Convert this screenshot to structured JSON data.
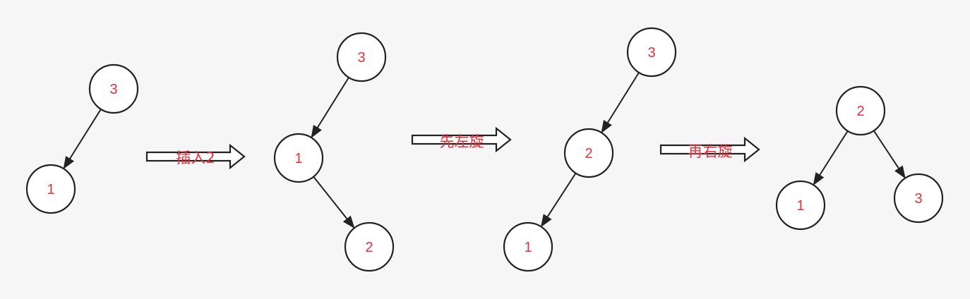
{
  "colors": {
    "background": "#f6f6f6",
    "node_fill": "#ffffff",
    "stroke": "#222222",
    "label": "#e8303a"
  },
  "trees": [
    {
      "id": "initial",
      "nodes": [
        {
          "id": "a3",
          "label": "3"
        },
        {
          "id": "a1",
          "label": "1"
        }
      ],
      "edges": [
        {
          "from": "a3",
          "to": "a1"
        }
      ]
    },
    {
      "id": "after-insert",
      "nodes": [
        {
          "id": "b3",
          "label": "3"
        },
        {
          "id": "b1",
          "label": "1"
        },
        {
          "id": "b2",
          "label": "2"
        }
      ],
      "edges": [
        {
          "from": "b3",
          "to": "b1"
        },
        {
          "from": "b1",
          "to": "b2"
        }
      ]
    },
    {
      "id": "after-left-rotation",
      "nodes": [
        {
          "id": "c3",
          "label": "3"
        },
        {
          "id": "c2",
          "label": "2"
        },
        {
          "id": "c1",
          "label": "1"
        }
      ],
      "edges": [
        {
          "from": "c3",
          "to": "c2"
        },
        {
          "from": "c2",
          "to": "c1"
        }
      ]
    },
    {
      "id": "after-right-rotation",
      "nodes": [
        {
          "id": "d2",
          "label": "2"
        },
        {
          "id": "d1",
          "label": "1"
        },
        {
          "id": "d3",
          "label": "3"
        }
      ],
      "edges": [
        {
          "from": "d2",
          "to": "d1"
        },
        {
          "from": "d2",
          "to": "d3"
        }
      ]
    }
  ],
  "steps": [
    {
      "id": "insert",
      "label": "插入2"
    },
    {
      "id": "left-rotate",
      "label": "先左旋"
    },
    {
      "id": "right-rotate",
      "label": "再右旋"
    }
  ]
}
